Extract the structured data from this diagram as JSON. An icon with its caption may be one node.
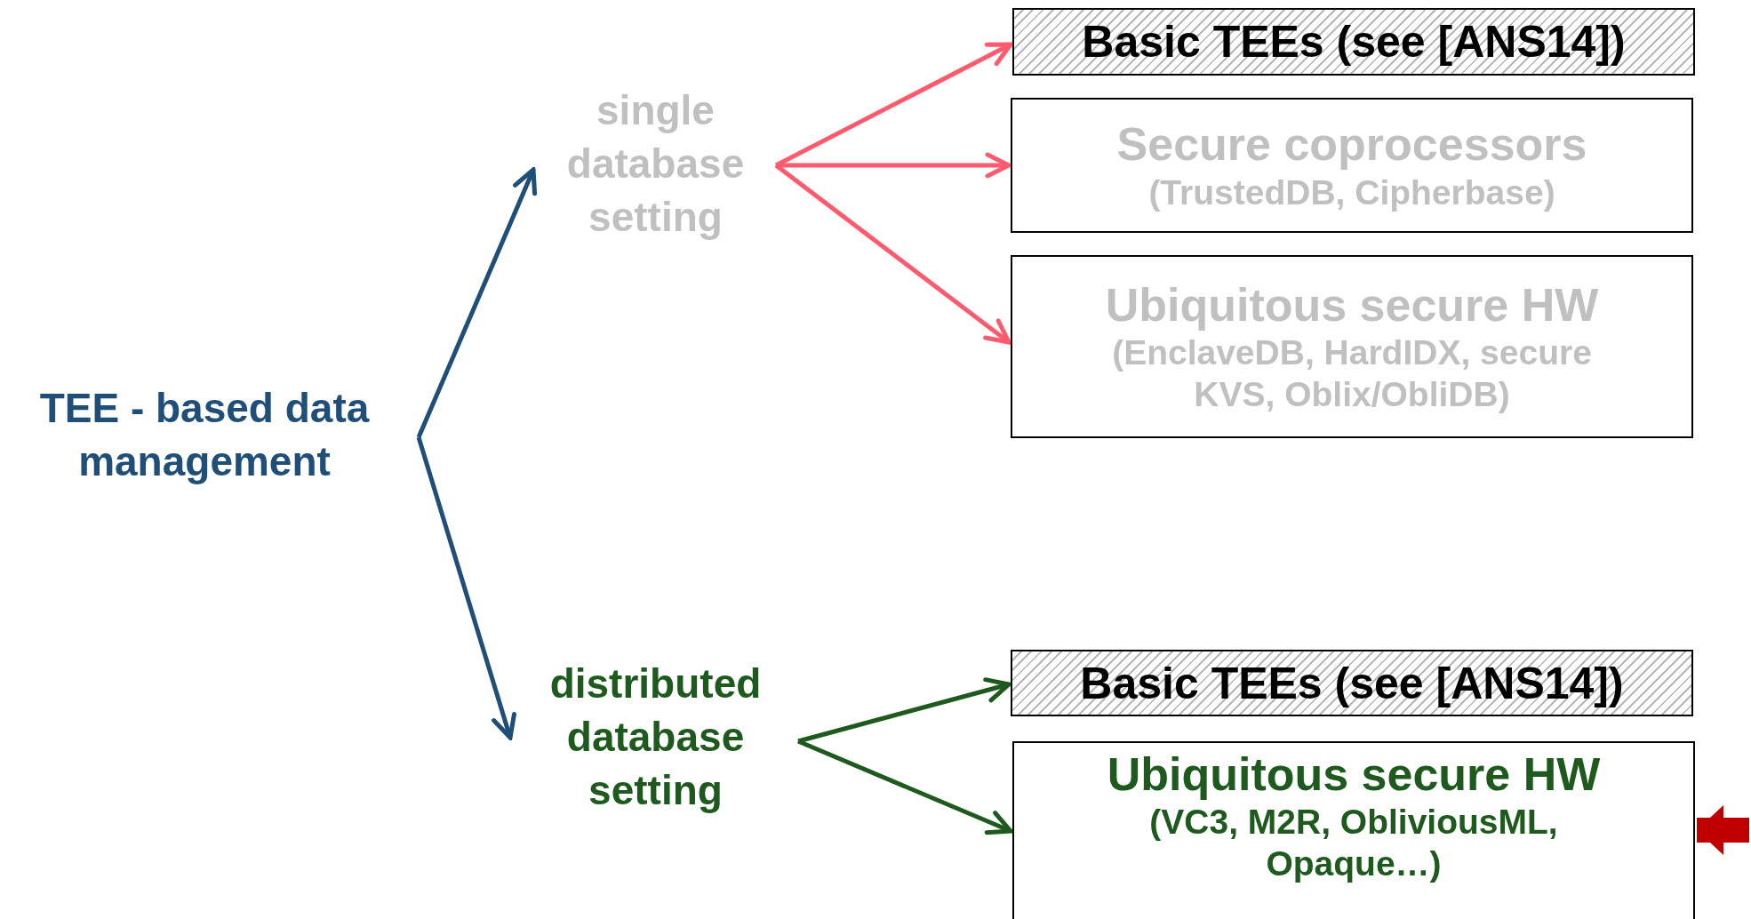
{
  "diagram": {
    "nodes": [
      {
        "text": [
          "TEE - based data management"
        ]
      },
      {
        "text": [
          "single database setting"
        ]
      },
      {
        "text": [
          "distributed database setting"
        ]
      },
      {
        "text": [
          "Basic TEEs (see [ANS14])"
        ]
      },
      {
        "text": [
          "Secure coprocessors",
          "(TrustedDB, Cipherbase)"
        ]
      },
      {
        "text": [
          "Ubiquitous secure HW",
          "(EnclaveDB, HardIDX, secure KVS, Oblix/ObliDB)"
        ]
      },
      {
        "text": [
          "Basic TEEs (see [ANS14])"
        ]
      },
      {
        "text": [
          "Ubiquitous secure HW",
          "(VC3, M2R, ObliviousML, Opaque…)"
        ]
      }
    ],
    "edges": [
      {
        "from": 0,
        "to": 1,
        "arrow": "to",
        "color": "#1f4e79"
      },
      {
        "from": 0,
        "to": 2,
        "arrow": "to",
        "color": "#1f4e79"
      },
      {
        "from": 1,
        "to": 3,
        "arrow": "to",
        "color": "#ff5a6e"
      },
      {
        "from": 1,
        "to": 4,
        "arrow": "to",
        "color": "#ff5a6e"
      },
      {
        "from": 1,
        "to": 5,
        "arrow": "to",
        "color": "#ff5a6e"
      },
      {
        "from": 2,
        "to": 6,
        "arrow": "to",
        "color": "#1e5a1e"
      },
      {
        "from": 2,
        "to": 7,
        "arrow": "to",
        "color": "#1e5a1e"
      },
      {
        "from": null,
        "to": 7,
        "arrow": "to",
        "style": "thick",
        "color": "#c00000"
      }
    ]
  }
}
